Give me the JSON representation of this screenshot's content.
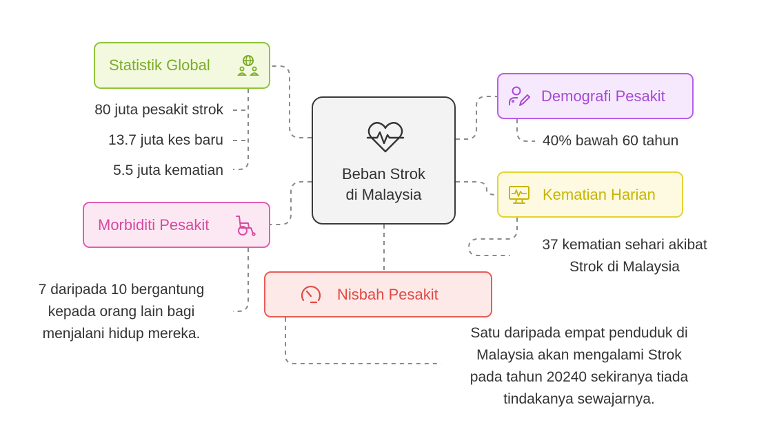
{
  "center": {
    "line1": "Beban Strok",
    "line2": "di Malaysia",
    "icon": "heartbeat-icon"
  },
  "statistik_global": {
    "title": "Statistik Global",
    "icon": "globe-people-icon",
    "color": "#8fc43a",
    "items": [
      "80 juta pesakit strok",
      "13.7 juta kes baru",
      "5.5 juta kematian"
    ]
  },
  "demografi": {
    "title": "Demografi Pesakit",
    "icon": "doctor-edit-icon",
    "color": "#b85ee8",
    "items": [
      "40% bawah 60 tahun"
    ]
  },
  "kematian_harian": {
    "title": "Kematian Harian",
    "icon": "monitor-heartbeat-icon",
    "color": "#e4d32d",
    "lines": [
      "37 kematian sehari akibat",
      "Strok di Malaysia"
    ]
  },
  "morbiditi": {
    "title": "Morbiditi Pesakit",
    "icon": "wheelchair-icon",
    "color": "#e45cb0",
    "lines": [
      "7 daripada 10 bergantung",
      "kepada orang lain bagi",
      "menjalani hidup mereka."
    ]
  },
  "nisbah": {
    "title": "Nisbah Pesakit",
    "icon": "gauge-icon",
    "color": "#ea5b57",
    "lines": [
      "Satu daripada empat penduduk di",
      "Malaysia akan mengalami Strok",
      "pada tahun 20240 sekiranya tiada",
      "tindakanya sewajarnya."
    ]
  }
}
